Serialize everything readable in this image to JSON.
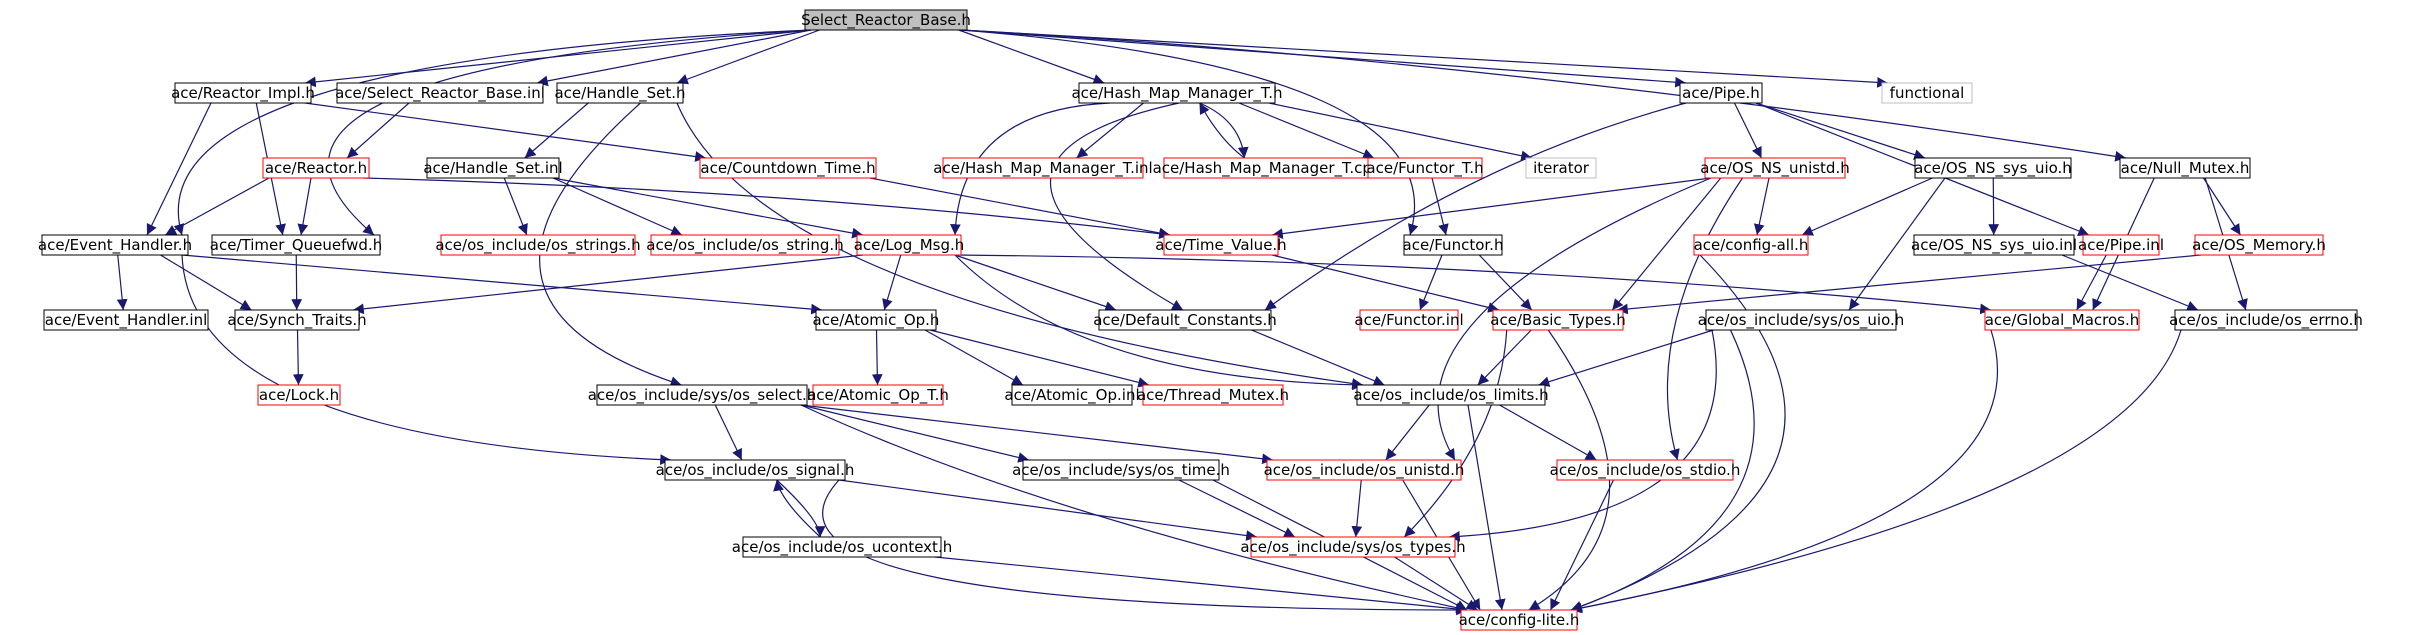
{
  "colors": {
    "edge": "#191970",
    "box_border": "#000000",
    "box_border_red": "#ff0000",
    "box_border_gray": "#bfbfbf",
    "root_fill": "#bfbfbf"
  },
  "nodes": {
    "select_reactor_base_h": {
      "label": "Select_Reactor_Base.h",
      "style": "root"
    },
    "reactor_impl_h": {
      "label": "ace/Reactor_Impl.h",
      "style": "black"
    },
    "select_reactor_base_inl": {
      "label": "ace/Select_Reactor_Base.inl",
      "style": "black"
    },
    "handle_set_h": {
      "label": "ace/Handle_Set.h",
      "style": "black"
    },
    "hash_map_manager_t_h": {
      "label": "ace/Hash_Map_Manager_T.h",
      "style": "black"
    },
    "pipe_h": {
      "label": "ace/Pipe.h",
      "style": "black"
    },
    "functional": {
      "label": "functional",
      "style": "gray"
    },
    "null_mutex_h": {
      "label": "ace/Null_Mutex.h",
      "style": "black"
    },
    "reactor_h": {
      "label": "ace/Reactor.h",
      "style": "red"
    },
    "handle_set_inl": {
      "label": "ace/Handle_Set.inl",
      "style": "black"
    },
    "countdown_time_h": {
      "label": "ace/Countdown_Time.h",
      "style": "red"
    },
    "hash_map_manager_t_inl": {
      "label": "ace/Hash_Map_Manager_T.inl",
      "style": "red"
    },
    "hash_map_manager_t_cpp": {
      "label": "ace/Hash_Map_Manager_T.cpp",
      "style": "red"
    },
    "functor_t_h": {
      "label": "ace/Functor_T.h",
      "style": "red"
    },
    "iterator": {
      "label": "iterator",
      "style": "gray"
    },
    "os_ns_unistd_h": {
      "label": "ace/OS_NS_unistd.h",
      "style": "red"
    },
    "os_ns_sys_uio_h": {
      "label": "ace/OS_NS_sys_uio.h",
      "style": "black"
    },
    "event_handler_h": {
      "label": "ace/Event_Handler.h",
      "style": "black"
    },
    "timer_queuefwd_h": {
      "label": "ace/Timer_Queuefwd.h",
      "style": "black"
    },
    "os_strings_h": {
      "label": "ace/os_include/os_strings.h",
      "style": "red"
    },
    "os_string_h": {
      "label": "ace/os_include/os_string.h",
      "style": "red"
    },
    "log_msg_h": {
      "label": "ace/Log_Msg.h",
      "style": "red"
    },
    "time_value_h": {
      "label": "ace/Time_Value.h",
      "style": "red"
    },
    "functor_h": {
      "label": "ace/Functor.h",
      "style": "black"
    },
    "config_all_h": {
      "label": "ace/config-all.h",
      "style": "red"
    },
    "os_ns_sys_uio_inl": {
      "label": "ace/OS_NS_sys_uio.inl",
      "style": "black"
    },
    "pipe_inl": {
      "label": "ace/Pipe.inl",
      "style": "red"
    },
    "os_memory_h": {
      "label": "ace/OS_Memory.h",
      "style": "red"
    },
    "event_handler_inl": {
      "label": "ace/Event_Handler.inl",
      "style": "black"
    },
    "synch_traits_h": {
      "label": "ace/Synch_Traits.h",
      "style": "black"
    },
    "atomic_op_h": {
      "label": "ace/Atomic_Op.h",
      "style": "black"
    },
    "default_constants_h": {
      "label": "ace/Default_Constants.h",
      "style": "black"
    },
    "functor_inl": {
      "label": "ace/Functor.inl",
      "style": "red"
    },
    "basic_types_h": {
      "label": "ace/Basic_Types.h",
      "style": "red"
    },
    "os_sys_uio_h": {
      "label": "ace/os_include/sys/os_uio.h",
      "style": "black"
    },
    "global_macros_h": {
      "label": "ace/Global_Macros.h",
      "style": "red"
    },
    "os_errno_h": {
      "label": "ace/os_include/os_errno.h",
      "style": "black"
    },
    "lock_h": {
      "label": "ace/Lock.h",
      "style": "red"
    },
    "atomic_op_t_h": {
      "label": "ace/Atomic_Op_T.h",
      "style": "red"
    },
    "atomic_op_inl": {
      "label": "ace/Atomic_Op.inl",
      "style": "black"
    },
    "thread_mutex_h": {
      "label": "ace/Thread_Mutex.h",
      "style": "red"
    },
    "os_sys_select_h": {
      "label": "ace/os_include/sys/os_select.h",
      "style": "black"
    },
    "os_limits_h": {
      "label": "ace/os_include/os_limits.h",
      "style": "black"
    },
    "os_signal_h": {
      "label": "ace/os_include/os_signal.h",
      "style": "black"
    },
    "os_sys_time_h": {
      "label": "ace/os_include/sys/os_time.h",
      "style": "black"
    },
    "os_unistd_h": {
      "label": "ace/os_include/os_unistd.h",
      "style": "red"
    },
    "os_stdio_h": {
      "label": "ace/os_include/os_stdio.h",
      "style": "red"
    },
    "os_ucontext_h": {
      "label": "ace/os_include/os_ucontext.h",
      "style": "black"
    },
    "os_sys_types_h": {
      "label": "ace/os_include/sys/os_types.h",
      "style": "red"
    },
    "config_lite_h": {
      "label": "ace/config-lite.h",
      "style": "red"
    }
  },
  "edges": [
    [
      "select_reactor_base_h",
      "reactor_impl_h"
    ],
    [
      "select_reactor_base_h",
      "select_reactor_base_inl"
    ],
    [
      "select_reactor_base_h",
      "handle_set_h"
    ],
    [
      "select_reactor_base_h",
      "hash_map_manager_t_h"
    ],
    [
      "select_reactor_base_h",
      "pipe_h"
    ],
    [
      "select_reactor_base_h",
      "functional"
    ],
    [
      "select_reactor_base_h",
      "null_mutex_h"
    ],
    [
      "select_reactor_base_h",
      "event_handler_h"
    ],
    [
      "select_reactor_base_h",
      "timer_queuefwd_h"
    ],
    [
      "select_reactor_base_h",
      "functor_h"
    ],
    [
      "reactor_impl_h",
      "countdown_time_h"
    ],
    [
      "reactor_impl_h",
      "event_handler_h"
    ],
    [
      "reactor_impl_h",
      "timer_queuefwd_h"
    ],
    [
      "select_reactor_base_inl",
      "reactor_h"
    ],
    [
      "reactor_h",
      "event_handler_h"
    ],
    [
      "reactor_h",
      "timer_queuefwd_h"
    ],
    [
      "reactor_h",
      "time_value_h"
    ],
    [
      "handle_set_h",
      "handle_set_inl"
    ],
    [
      "handle_set_h",
      "os_sys_select_h"
    ],
    [
      "handle_set_h",
      "os_limits_h"
    ],
    [
      "handle_set_inl",
      "os_strings_h"
    ],
    [
      "handle_set_inl",
      "os_string_h"
    ],
    [
      "handle_set_inl",
      "log_msg_h"
    ],
    [
      "hash_map_manager_t_h",
      "hash_map_manager_t_inl"
    ],
    [
      "hash_map_manager_t_h",
      "hash_map_manager_t_cpp"
    ],
    [
      "hash_map_manager_t_cpp",
      "hash_map_manager_t_h"
    ],
    [
      "hash_map_manager_t_h",
      "functor_t_h"
    ],
    [
      "hash_map_manager_t_h",
      "iterator"
    ],
    [
      "hash_map_manager_t_h",
      "default_constants_h"
    ],
    [
      "hash_map_manager_t_h",
      "log_msg_h"
    ],
    [
      "functor_t_h",
      "functor_h"
    ],
    [
      "countdown_time_h",
      "time_value_h"
    ],
    [
      "pipe_h",
      "os_ns_unistd_h"
    ],
    [
      "pipe_h",
      "os_ns_sys_uio_h"
    ],
    [
      "pipe_h",
      "pipe_inl"
    ],
    [
      "pipe_h",
      "default_constants_h"
    ],
    [
      "os_ns_unistd_h",
      "config_all_h"
    ],
    [
      "os_ns_unistd_h",
      "time_value_h"
    ],
    [
      "os_ns_unistd_h",
      "basic_types_h"
    ],
    [
      "os_ns_unistd_h",
      "os_unistd_h"
    ],
    [
      "os_ns_unistd_h",
      "os_stdio_h"
    ],
    [
      "os_ns_sys_uio_h",
      "config_all_h"
    ],
    [
      "os_ns_sys_uio_h",
      "os_ns_sys_uio_inl"
    ],
    [
      "os_ns_sys_uio_h",
      "os_sys_uio_h"
    ],
    [
      "os_ns_sys_uio_inl",
      "os_errno_h"
    ],
    [
      "null_mutex_h",
      "os_memory_h"
    ],
    [
      "null_mutex_h",
      "global_macros_h"
    ],
    [
      "null_mutex_h",
      "os_errno_h"
    ],
    [
      "os_memory_h",
      "basic_types_h"
    ],
    [
      "pipe_inl",
      "global_macros_h"
    ],
    [
      "config_all_h",
      "config_lite_h"
    ],
    [
      "event_handler_h",
      "event_handler_inl"
    ],
    [
      "event_handler_h",
      "synch_traits_h"
    ],
    [
      "event_handler_h",
      "atomic_op_h"
    ],
    [
      "event_handler_h",
      "os_signal_h"
    ],
    [
      "timer_queuefwd_h",
      "synch_traits_h"
    ],
    [
      "synch_traits_h",
      "lock_h"
    ],
    [
      "log_msg_h",
      "synch_traits_h"
    ],
    [
      "log_msg_h",
      "atomic_op_h"
    ],
    [
      "log_msg_h",
      "default_constants_h"
    ],
    [
      "log_msg_h",
      "global_macros_h"
    ],
    [
      "log_msg_h",
      "os_limits_h"
    ],
    [
      "atomic_op_h",
      "atomic_op_t_h"
    ],
    [
      "atomic_op_h",
      "atomic_op_inl"
    ],
    [
      "atomic_op_h",
      "thread_mutex_h"
    ],
    [
      "time_value_h",
      "basic_types_h"
    ],
    [
      "functor_h",
      "functor_inl"
    ],
    [
      "functor_h",
      "basic_types_h"
    ],
    [
      "default_constants_h",
      "os_limits_h"
    ],
    [
      "basic_types_h",
      "os_limits_h"
    ],
    [
      "basic_types_h",
      "os_sys_types_h"
    ],
    [
      "basic_types_h",
      "config_lite_h"
    ],
    [
      "os_sys_uio_h",
      "os_limits_h"
    ],
    [
      "os_sys_uio_h",
      "os_sys_types_h"
    ],
    [
      "os_sys_uio_h",
      "config_lite_h"
    ],
    [
      "global_macros_h",
      "config_lite_h"
    ],
    [
      "os_errno_h",
      "config_lite_h"
    ],
    [
      "os_sys_select_h",
      "os_signal_h"
    ],
    [
      "os_sys_select_h",
      "os_sys_time_h"
    ],
    [
      "os_sys_select_h",
      "os_unistd_h"
    ],
    [
      "os_sys_select_h",
      "config_lite_h"
    ],
    [
      "os_limits_h",
      "os_unistd_h"
    ],
    [
      "os_limits_h",
      "os_stdio_h"
    ],
    [
      "os_limits_h",
      "config_lite_h"
    ],
    [
      "os_signal_h",
      "os_ucontext_h"
    ],
    [
      "os_ucontext_h",
      "os_signal_h"
    ],
    [
      "os_signal_h",
      "os_sys_types_h"
    ],
    [
      "os_signal_h",
      "config_lite_h"
    ],
    [
      "os_sys_time_h",
      "os_sys_types_h"
    ],
    [
      "os_sys_time_h",
      "config_lite_h"
    ],
    [
      "os_unistd_h",
      "os_sys_types_h"
    ],
    [
      "os_unistd_h",
      "config_lite_h"
    ],
    [
      "os_stdio_h",
      "config_lite_h"
    ],
    [
      "os_ucontext_h",
      "config_lite_h"
    ],
    [
      "os_sys_types_h",
      "config_lite_h"
    ]
  ]
}
